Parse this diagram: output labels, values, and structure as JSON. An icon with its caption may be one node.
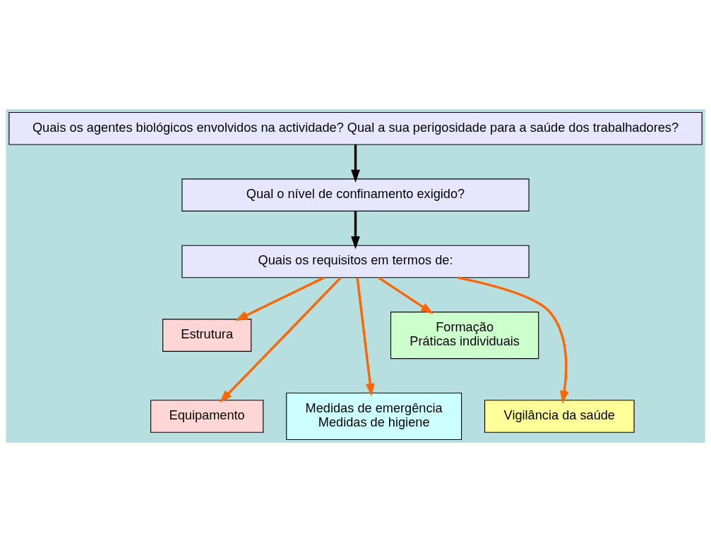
{
  "diagram": {
    "nodes": [
      {
        "text": [
          "Quais os agentes biológicos envolvidos na actividade? Qual a sua perigosidade para a saúde dos trabalhadores?"
        ]
      },
      {
        "text": [
          "Qual o nível de confinamento exigido?"
        ]
      },
      {
        "text": [
          "Quais os requisitos em termos de:"
        ]
      },
      {
        "text": [
          "Estrutura"
        ]
      },
      {
        "text": [
          "Formação",
          "Práticas individuais"
        ]
      },
      {
        "text": [
          "Equipamento"
        ]
      },
      {
        "text": [
          "Medidas de emergência",
          "Medidas de higiene"
        ]
      },
      {
        "text": [
          "Vigilância da saúde"
        ]
      }
    ],
    "edges": [
      {
        "from": 0,
        "to": 1,
        "arrow": "to",
        "color": "#000000"
      },
      {
        "from": 1,
        "to": 2,
        "arrow": "to",
        "color": "#000000"
      },
      {
        "from": 2,
        "to": 3,
        "arrow": "to"
      },
      {
        "from": 2,
        "to": 5,
        "arrow": "to"
      },
      {
        "from": 2,
        "to": 6,
        "arrow": "to"
      },
      {
        "from": 2,
        "to": 7,
        "arrow": "to"
      },
      {
        "from": 2,
        "to": 4,
        "arrow": "to"
      }
    ]
  }
}
